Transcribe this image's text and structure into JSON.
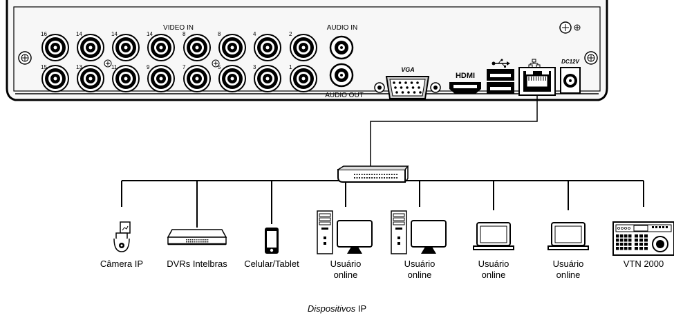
{
  "recorder": {
    "video_in_label": "VIDEO IN",
    "audio_in_label": "AUDIO IN",
    "audio_out_label": "AUDIO OUT",
    "vga_label": "VGA",
    "hdmi_label": "HDMI",
    "power_label": "DC12V",
    "top_row_numbers": [
      "16",
      "14",
      "14",
      "14",
      "8",
      "8",
      "4",
      "2"
    ],
    "bottom_row_numbers": [
      "15",
      "13",
      "11",
      "9",
      "7",
      "5",
      "3",
      "1"
    ]
  },
  "devices": [
    {
      "icon": "ip-camera-icon",
      "label": "Câmera IP"
    },
    {
      "icon": "dvr-icon",
      "label": "DVRs Intelbras"
    },
    {
      "icon": "smartphone-icon",
      "label": "Celular/Tablet"
    },
    {
      "icon": "desktop-computer-icon",
      "label": "Usuário\nonline"
    },
    {
      "icon": "desktop-computer-icon",
      "label": "Usuário\nonline"
    },
    {
      "icon": "laptop-icon",
      "label": "Usuário\nonline"
    },
    {
      "icon": "laptop-icon",
      "label": "Usuário\nonline"
    },
    {
      "icon": "keyboard-controller-icon",
      "label": "VTN 2000"
    }
  ],
  "caption": {
    "italic": "Dispositivos",
    "normal": "IP"
  }
}
